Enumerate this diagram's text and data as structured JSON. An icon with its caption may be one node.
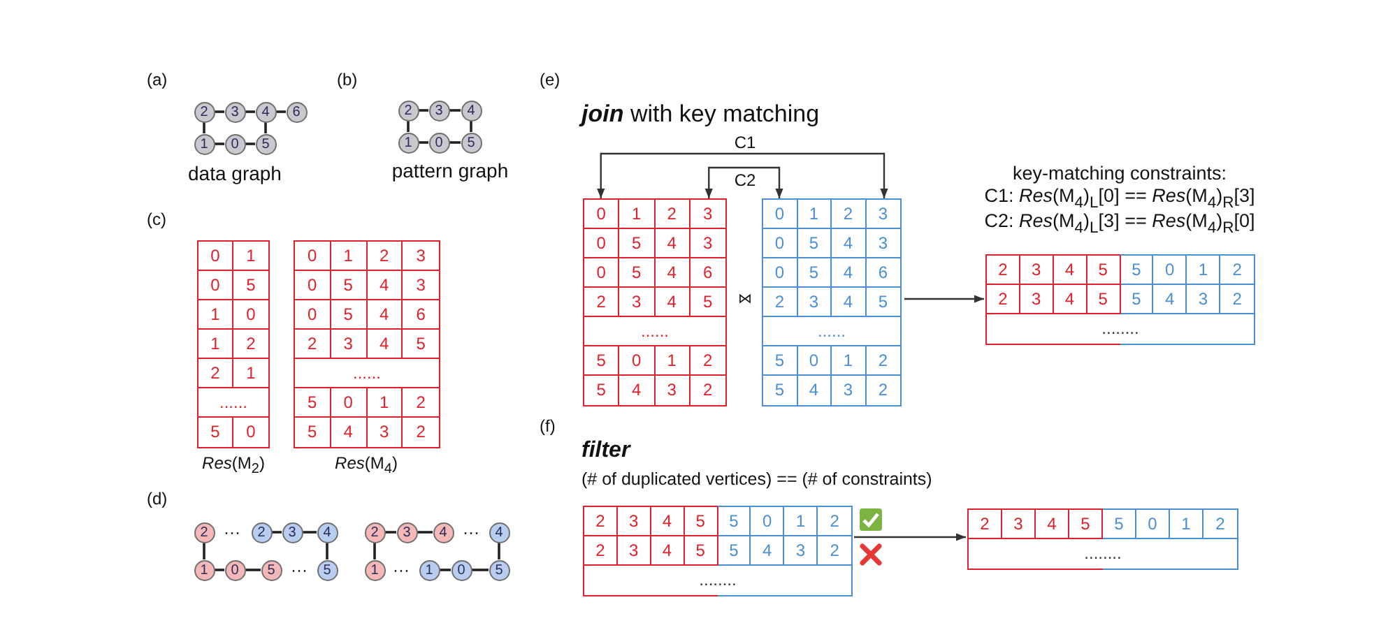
{
  "diagram": {
    "nodes": [
      {
        "text": [
          "2"
        ]
      },
      {
        "text": [
          "3"
        ]
      },
      {
        "text": [
          "4"
        ]
      },
      {
        "text": [
          "6"
        ]
      },
      {
        "text": [
          "1"
        ]
      },
      {
        "text": [
          "0"
        ]
      },
      {
        "text": [
          "5"
        ]
      },
      {
        "text": [
          "2"
        ]
      },
      {
        "text": [
          "3"
        ]
      },
      {
        "text": [
          "4"
        ]
      },
      {
        "text": [
          "1"
        ]
      },
      {
        "text": [
          "0"
        ]
      },
      {
        "text": [
          "5"
        ]
      },
      {
        "text": [
          "0",
          "1",
          "0",
          "5",
          "1",
          "0",
          "1",
          "2",
          "2",
          "1",
          "......",
          "5",
          "0"
        ],
        "beside": [
          "*Res*(M$_{2}$)"
        ]
      },
      {
        "text": [
          "0",
          "1",
          "2",
          "3",
          "0",
          "5",
          "4",
          "3",
          "0",
          "5",
          "4",
          "6",
          "2",
          "3",
          "4",
          "5",
          "......",
          "5",
          "0",
          "1",
          "2",
          "5",
          "4",
          "3",
          "2"
        ],
        "beside": [
          "*Res*(M$_{4}$)"
        ]
      },
      {
        "text": [
          "2"
        ]
      },
      {
        "text": [
          "2"
        ]
      },
      {
        "text": [
          "3"
        ]
      },
      {
        "text": [
          "4"
        ]
      },
      {
        "text": [
          "1"
        ]
      },
      {
        "text": [
          "0"
        ]
      },
      {
        "text": [
          "5"
        ]
      },
      {
        "text": [
          "5"
        ]
      },
      {
        "text": [
          "2"
        ]
      },
      {
        "text": [
          "3"
        ]
      },
      {
        "text": [
          "4"
        ]
      },
      {
        "text": [
          "4"
        ]
      },
      {
        "text": [
          "1"
        ]
      },
      {
        "text": [
          "1"
        ]
      },
      {
        "text": [
          "0"
        ]
      },
      {
        "text": [
          "5"
        ]
      },
      {
        "text": [
          "0",
          "1",
          "2",
          "3",
          "0",
          "5",
          "4",
          "3",
          "0",
          "5",
          "4",
          "6",
          "2",
          "3",
          "4",
          "5",
          "......",
          "5",
          "0",
          "1",
          "2",
          "5",
          "4",
          "3",
          "2"
        ]
      },
      {
        "text": [
          "0",
          "1",
          "2",
          "3",
          "0",
          "5",
          "4",
          "3",
          "0",
          "5",
          "4",
          "6",
          "2",
          "3",
          "4",
          "5",
          "......",
          "5",
          "0",
          "1",
          "2",
          "5",
          "4",
          "3",
          "2"
        ]
      },
      {
        "text": [
          "2",
          "3",
          "4",
          "5",
          "5",
          "0",
          "1",
          "2",
          "2",
          "3",
          "4",
          "5",
          "5",
          "4",
          "3",
          "2",
          "........"
        ]
      },
      {
        "text": [
          "2",
          "3",
          "4",
          "5",
          "5",
          "0",
          "1",
          "2",
          "2",
          "3",
          "4",
          "5",
          "5",
          "4",
          "3",
          "2",
          "........"
        ]
      },
      {
        "text": [
          "2",
          "3",
          "4",
          "5",
          "5",
          "0",
          "1",
          "2",
          "........"
        ]
      }
    ],
    "edges": [
      {
        "from": 0,
        "to": 1,
        "arrow": "none"
      },
      {
        "from": 1,
        "to": 2,
        "arrow": "none"
      },
      {
        "from": 2,
        "to": 3,
        "arrow": "none"
      },
      {
        "from": 0,
        "to": 4,
        "arrow": "none"
      },
      {
        "from": 4,
        "to": 5,
        "arrow": "none"
      },
      {
        "from": 5,
        "to": 6,
        "arrow": "none"
      },
      {
        "from": 6,
        "to": 2,
        "arrow": "none"
      },
      {
        "from": 7,
        "to": 8,
        "arrow": "none"
      },
      {
        "from": 8,
        "to": 9,
        "arrow": "none"
      },
      {
        "from": 7,
        "to": 10,
        "arrow": "none"
      },
      {
        "from": 10,
        "to": 11,
        "arrow": "none"
      },
      {
        "from": 11,
        "to": 12,
        "arrow": "none"
      },
      {
        "from": 12,
        "to": 9,
        "arrow": "none"
      },
      {
        "from": 15,
        "to": 19,
        "arrow": "none"
      },
      {
        "from": 19,
        "to": 20,
        "arrow": "none"
      },
      {
        "from": 20,
        "to": 21,
        "arrow": "none"
      },
      {
        "from": 16,
        "to": 17,
        "arrow": "none"
      },
      {
        "from": 17,
        "to": 18,
        "arrow": "none"
      },
      {
        "from": 18,
        "to": 22,
        "arrow": "none"
      },
      {
        "from": 23,
        "to": 24,
        "arrow": "none"
      },
      {
        "from": 24,
        "to": 25,
        "arrow": "none"
      },
      {
        "from": 23,
        "to": 27,
        "arrow": "none"
      },
      {
        "from": 28,
        "to": 29,
        "arrow": "none"
      },
      {
        "from": 29,
        "to": 30,
        "arrow": "none"
      },
      {
        "from": 30,
        "to": 26,
        "arrow": "none"
      },
      {
        "from": 31,
        "to": 32,
        "arrow": "both",
        "label": "C1"
      },
      {
        "from": 31,
        "to": 32,
        "arrow": "both",
        "label": "C2"
      },
      {
        "from": 32,
        "to": 33,
        "arrow": "to"
      },
      {
        "from": 34,
        "to": 35,
        "arrow": "to"
      }
    ],
    "labels": [
      "(a)",
      "data graph",
      "(b)",
      "pattern graph",
      "(c)",
      "(d)",
      "···",
      "···",
      "···",
      "···",
      "(e)",
      "**join** with key matching",
      "⋈",
      "key-matching constraints:",
      "C1: *Res*(M$_{4}$)$_{L}$[0] == *Res*(M$_{4}$)$_{R}$[3]",
      "C2: *Res*(M$_{4}$)$_{L}$[3] == *Res*(M$_{4}$)$_{R}$[0]",
      "(f)",
      "filter",
      "(# of duplicated vertices) == (# of constraints)"
    ]
  }
}
